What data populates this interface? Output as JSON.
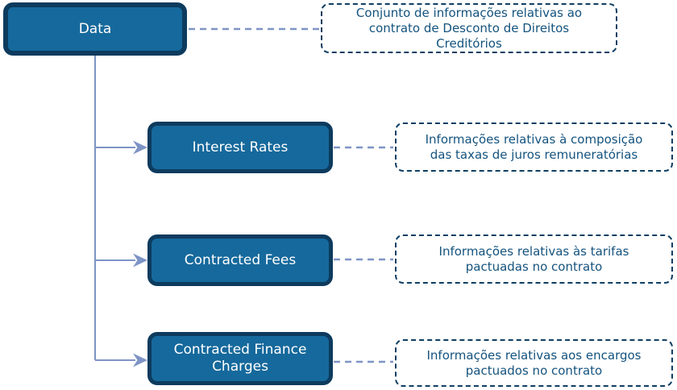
{
  "colors": {
    "background": "#FFFFFF",
    "node_fill": "#16699C",
    "node_border": "#0D3B5E",
    "node_text": "#FFFFFF",
    "annotation_border": "#0F3E62",
    "annotation_text": "#14537E",
    "connector": "#7E94C6"
  },
  "diagram": {
    "root": {
      "label": "Data",
      "description": "Conjunto de informações relativas ao\ncontrato de Desconto de Direitos\nCreditórios"
    },
    "children": [
      {
        "label": "Interest Rates",
        "description": "Informações relativas à composição\ndas taxas de juros remuneratórias"
      },
      {
        "label": "Contracted Fees",
        "description": "Informações relativas às tarifas\npactuadas no contrato"
      },
      {
        "label": "Contracted Finance\nCharges",
        "description": "Informações relativas aos encargos\npactuados no contrato"
      }
    ]
  }
}
